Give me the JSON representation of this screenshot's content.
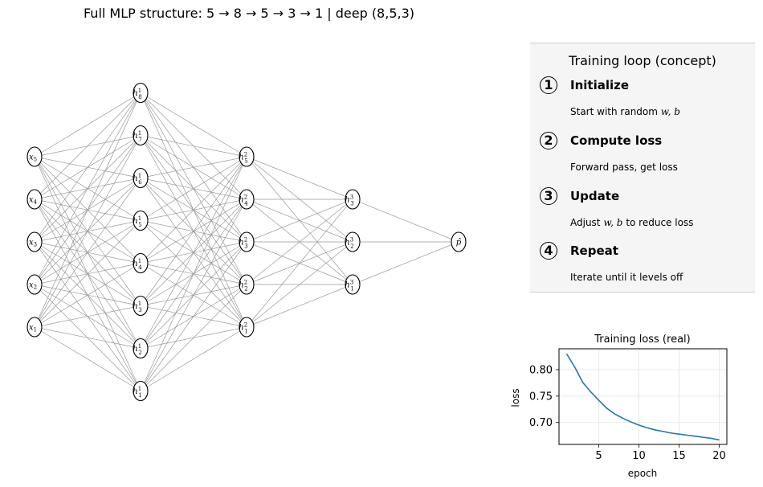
{
  "title": "Full MLP structure: 5 → 8 → 5 → 3 → 1 | deep (8,5,3)",
  "network": {
    "layers": [
      {
        "name": "input",
        "size": 5,
        "labels": [
          "x1",
          "x2",
          "x3",
          "x4",
          "x5"
        ]
      },
      {
        "name": "hidden1",
        "size": 8,
        "labels": [
          "h11",
          "h12",
          "h13",
          "h14",
          "h15",
          "h16",
          "h17",
          "h18"
        ]
      },
      {
        "name": "hidden2",
        "size": 5,
        "labels": [
          "h21",
          "h22",
          "h23",
          "h24",
          "h25"
        ]
      },
      {
        "name": "hidden3",
        "size": 3,
        "labels": [
          "h31",
          "h32",
          "h33"
        ]
      },
      {
        "name": "output",
        "size": 1,
        "labels": [
          "p̂"
        ]
      }
    ],
    "edge_color": "#999999"
  },
  "panel": {
    "title": "Training loop (concept)",
    "steps": [
      {
        "num": "1",
        "title": "Initialize",
        "desc_pre": "Start with random ",
        "desc_math": "w, b",
        "desc_post": ""
      },
      {
        "num": "2",
        "title": "Compute loss",
        "desc_pre": "Forward pass, get loss",
        "desc_math": "",
        "desc_post": ""
      },
      {
        "num": "3",
        "title": "Update",
        "desc_pre": "Adjust ",
        "desc_math": "w, b",
        "desc_post": " to reduce loss"
      },
      {
        "num": "4",
        "title": "Repeat",
        "desc_pre": "Iterate until it levels off",
        "desc_math": "",
        "desc_post": ""
      }
    ]
  },
  "chart_data": {
    "type": "line",
    "title": "Training loss (real)",
    "xlabel": "epoch",
    "ylabel": "loss",
    "xlim": [
      0.05,
      20.95
    ],
    "ylim": [
      0.6585,
      0.8395
    ],
    "xticks": [
      5,
      10,
      15,
      20
    ],
    "yticks": [
      0.7,
      0.75,
      0.8
    ],
    "ytick_labels": [
      "0.70",
      "0.75",
      "0.80"
    ],
    "grid": true,
    "series": [
      {
        "color": "#1f77b4",
        "x": [
          1,
          2,
          3,
          4,
          5,
          6,
          7,
          8,
          9,
          10,
          11,
          12,
          13,
          14,
          15,
          16,
          17,
          18,
          19,
          20
        ],
        "y": [
          0.83,
          0.805,
          0.776,
          0.758,
          0.742,
          0.727,
          0.716,
          0.708,
          0.701,
          0.695,
          0.69,
          0.686,
          0.683,
          0.68,
          0.678,
          0.676,
          0.674,
          0.672,
          0.67,
          0.667
        ]
      }
    ]
  }
}
